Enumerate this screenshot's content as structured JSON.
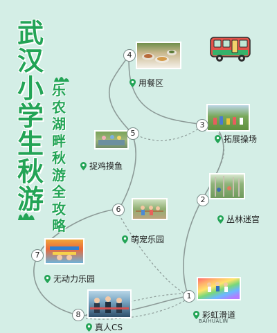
{
  "title": {
    "main": [
      "武",
      "汉",
      "小",
      "学",
      "生",
      "秋",
      "游"
    ],
    "sub": [
      "乐",
      "农",
      "湖",
      "畔",
      "秋",
      "游",
      "全",
      "攻",
      "略"
    ]
  },
  "stops": [
    {
      "num": "1",
      "label": "彩虹滑道"
    },
    {
      "num": "2",
      "label": "丛林迷宫"
    },
    {
      "num": "3",
      "label": "拓展操场"
    },
    {
      "num": "4",
      "label": "用餐区"
    },
    {
      "num": "5",
      "label": "捉鸡摸鱼"
    },
    {
      "num": "6",
      "label": "萌宠乐园"
    },
    {
      "num": "7",
      "label": "无动力乐园"
    },
    {
      "num": "8",
      "label": "真人CS"
    }
  ],
  "brand": "BAIHUALIN",
  "colors": {
    "accent": "#23a456",
    "background": "#d4eee6",
    "pin": "#23a456"
  },
  "icons": {
    "bus": "bus-icon",
    "pin": "map-pin-icon",
    "grass": "grass-icon"
  }
}
